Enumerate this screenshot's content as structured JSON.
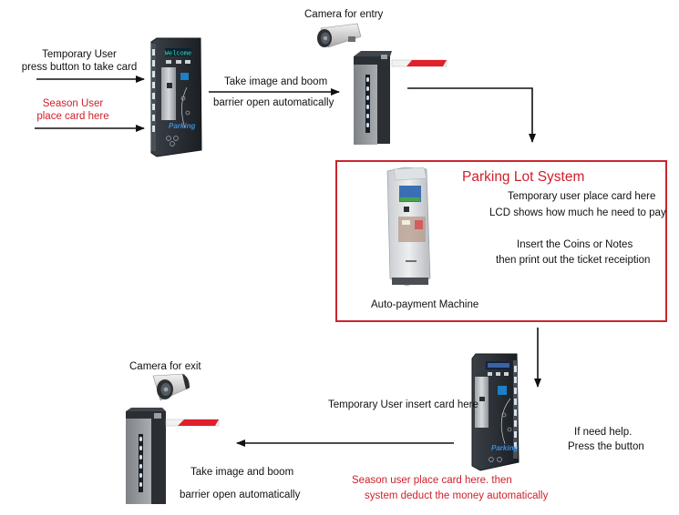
{
  "colors": {
    "annotation_red": "#d0202b",
    "box_border": "#c8262c",
    "arrow": "#111111",
    "boom_stripe": "#e0202a"
  },
  "entry": {
    "temp_user_line1": "Temporary User",
    "temp_user_line2": "press button to take card",
    "season_user_line1": "Season User",
    "season_user_line2": "place card here",
    "kiosk_screen_text": "Welcome",
    "kiosk_logo_text": "Parking",
    "camera_label": "Camera for entry",
    "arrow_label_line1": "Take image and boom",
    "arrow_label_line2": "barrier open automatically"
  },
  "payment_system": {
    "title": "Parking Lot System",
    "line1": "Temporary user place card here",
    "line2": "LCD shows how much he need to pay",
    "line3": "Insert the Coins or Notes",
    "line4": "then print out the ticket receiption",
    "machine_label": "Auto-payment Machine"
  },
  "exit": {
    "temp_user_insert": "Temporary User insert card here",
    "help_line1": "If need help.",
    "help_line2": "Press the button",
    "season_line1": "Season user place card here. then",
    "season_line2": "system deduct the money automatically",
    "camera_label": "Camera for exit",
    "arrow_label_line1": "Take image and boom",
    "arrow_label_line2": "barrier open automatically",
    "kiosk_logo_text": "Parking"
  }
}
